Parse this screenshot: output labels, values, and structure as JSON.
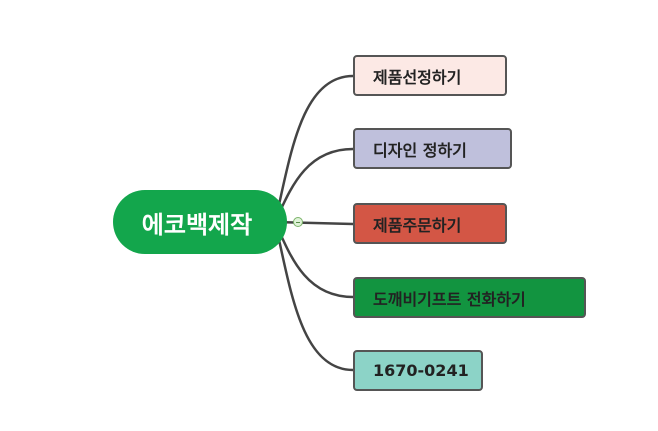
{
  "mindmap": {
    "root": {
      "label": "에코백제작",
      "color": "#13a64c"
    },
    "branches": [
      {
        "label": "제품선정하기",
        "color": "#fce9e5"
      },
      {
        "label": "디자인 정하기",
        "color": "#bfc0dc"
      },
      {
        "label": "제품주문하기",
        "color": "#d35645"
      },
      {
        "label": "도깨비기프트 전화하기",
        "color": "#129440"
      },
      {
        "label": "1670-0241",
        "color": "#8cd3c7"
      }
    ],
    "connector_color": "#444444"
  }
}
